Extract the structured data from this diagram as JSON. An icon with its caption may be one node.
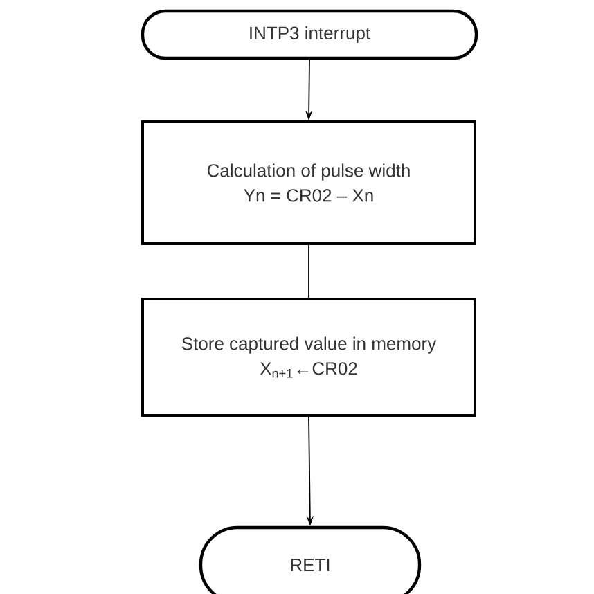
{
  "diagram": {
    "nodes": [
      {
        "text": [
          "INTP3 interrupt"
        ]
      },
      {
        "text": [
          "Calculation of pulse width",
          "Yn = CR02 – Xn"
        ]
      },
      {
        "text": [
          "Store captured value in memory",
          "X$_{n+1}$←CR02"
        ]
      },
      {
        "text": [
          "RETI"
        ]
      }
    ],
    "edges": [
      {
        "from": 0,
        "to": 1,
        "arrow": "to"
      },
      {
        "from": 1,
        "to": 2,
        "arrow": "none"
      },
      {
        "from": 2,
        "to": 3,
        "arrow": "to"
      }
    ]
  }
}
